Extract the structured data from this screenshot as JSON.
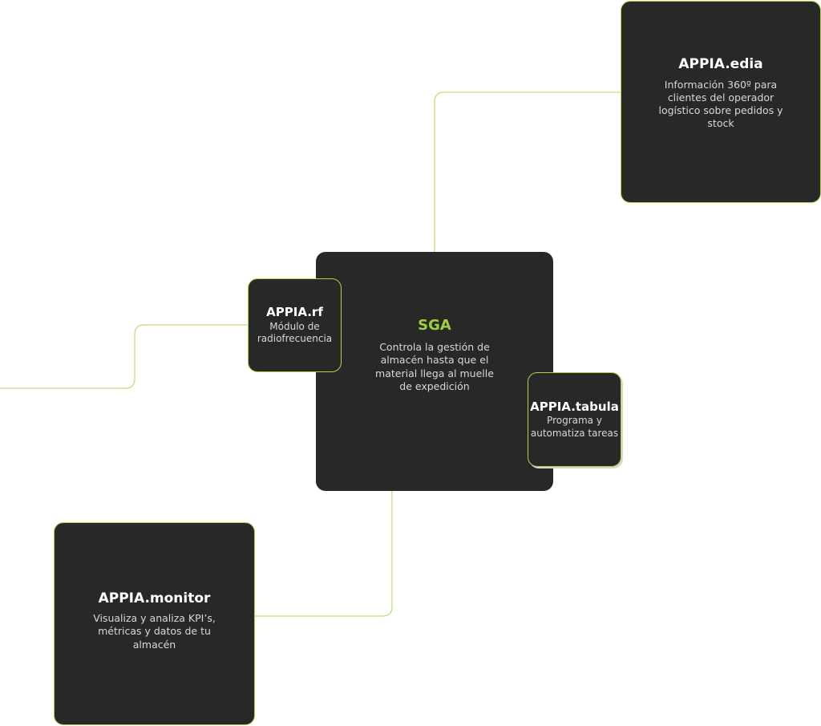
{
  "diagram": {
    "accent_color": "#a6d84a",
    "box_color": "#282828",
    "nodes": {
      "sga": {
        "title": "SGA",
        "description": "Controla la gestión de almacén hasta que el material llega al muelle de expedición"
      },
      "edia": {
        "title": "APPIA.edia",
        "description": "Información  360º para clientes del operador logístico sobre pedidos y stock"
      },
      "rf": {
        "title": "APPIA.rf",
        "description": "Módulo de radiofrecuencia"
      },
      "tabula": {
        "title": "APPIA.tabula",
        "description": "Programa y automatiza tareas"
      },
      "monitor": {
        "title": "APPIA.monitor",
        "description": "Visualiza y analiza KPI’s, métricas y datos de tu almacén"
      }
    },
    "connections": [
      {
        "from": "sga",
        "to": "edia"
      },
      {
        "from": "external-left",
        "to": "rf"
      },
      {
        "from": "sga",
        "to": "monitor"
      }
    ]
  }
}
